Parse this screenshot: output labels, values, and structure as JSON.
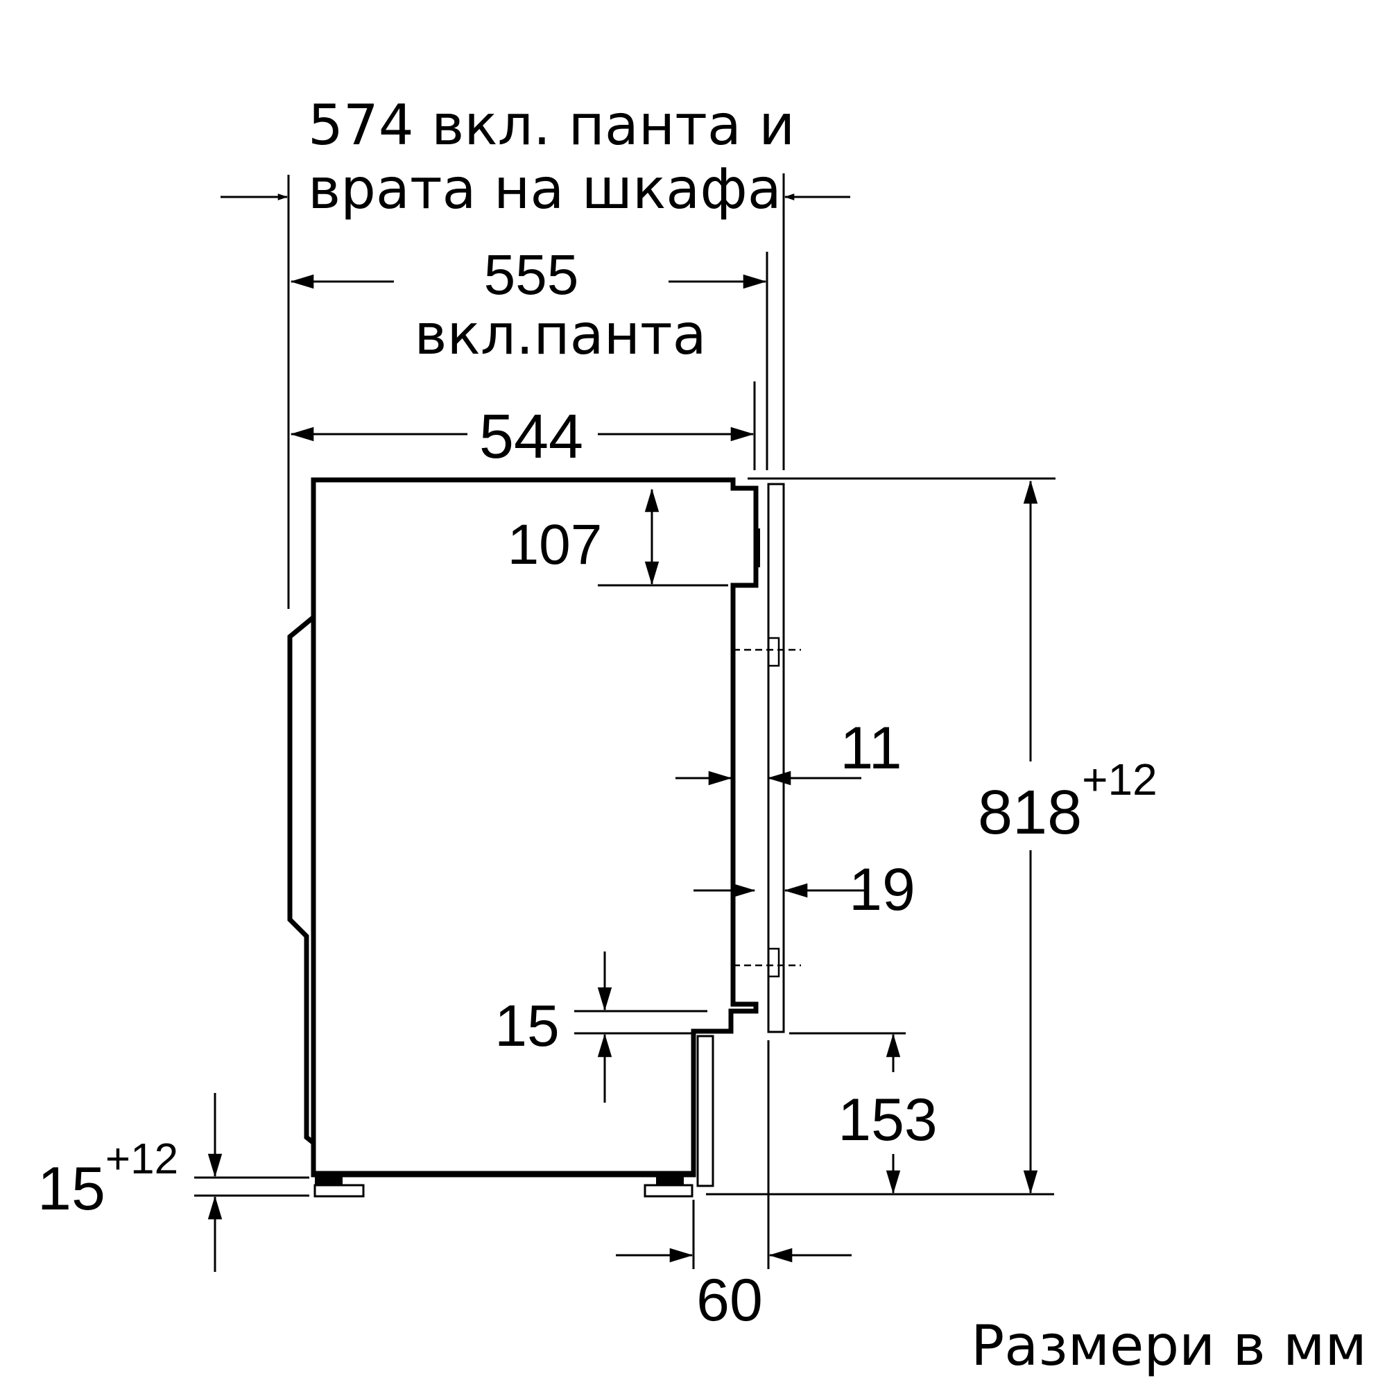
{
  "title_line1": "574 вкл. панта и",
  "title_line2": "врата на шкафа",
  "dim_555_value": "555",
  "dim_555_note": "вкл.панта",
  "dim_544": "544",
  "dim_107": "107",
  "dim_11": "11",
  "dim_19": "19",
  "dim_15": "15",
  "dim_153": "153",
  "dim_818": {
    "base": "818",
    "tolerance": "+12"
  },
  "dim_feet": {
    "base": "15",
    "tolerance": "+12"
  },
  "dim_60": "60",
  "units_note": "Размери в мм"
}
